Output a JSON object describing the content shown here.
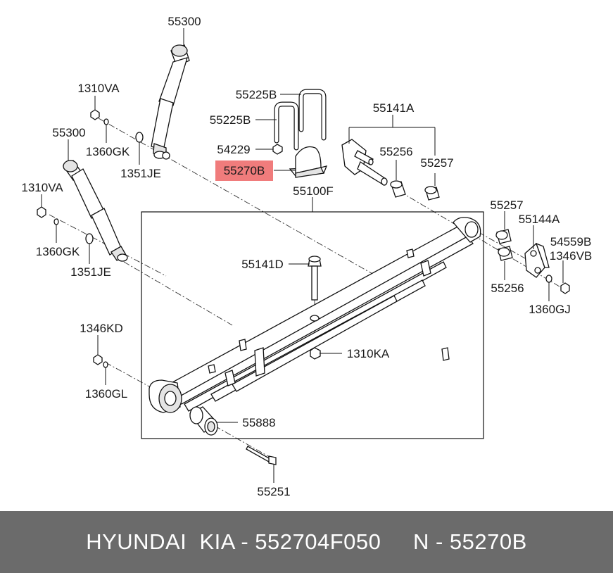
{
  "labels": {
    "l55300a": "55300",
    "l1310va_a": "1310VA",
    "l1360gk_a": "1360GK",
    "l1351je_a": "1351JE",
    "l55300b": "55300",
    "l1310va_b": "1310VA",
    "l1360gk_b": "1360GK",
    "l1351je_b": "1351JE",
    "l55225b_a": "55225B",
    "l55225b_b": "55225B",
    "l54229": "54229",
    "l55270b": "55270B",
    "l55100f": "55100F",
    "l55141a": "55141A",
    "l55256_a": "55256",
    "l55257_a": "55257",
    "l55257_b": "55257",
    "l55144a": "55144A",
    "l54559b": "54559B",
    "l1346vb": "1346VB",
    "l55256_b": "55256",
    "l1360gj": "1360GJ",
    "l55141d": "55141D",
    "l1310ka": "1310KA",
    "l1346kd": "1346KD",
    "l1360gl": "1360GL",
    "l55888": "55888",
    "l55251": "55251"
  },
  "highlight": {
    "label": "55270B",
    "color": "#f07c7c"
  },
  "footer": {
    "text": "HYUNDAI  KIA - 552704F050     N - 55270B",
    "background": "#6b6b6b",
    "color": "#ffffff"
  }
}
